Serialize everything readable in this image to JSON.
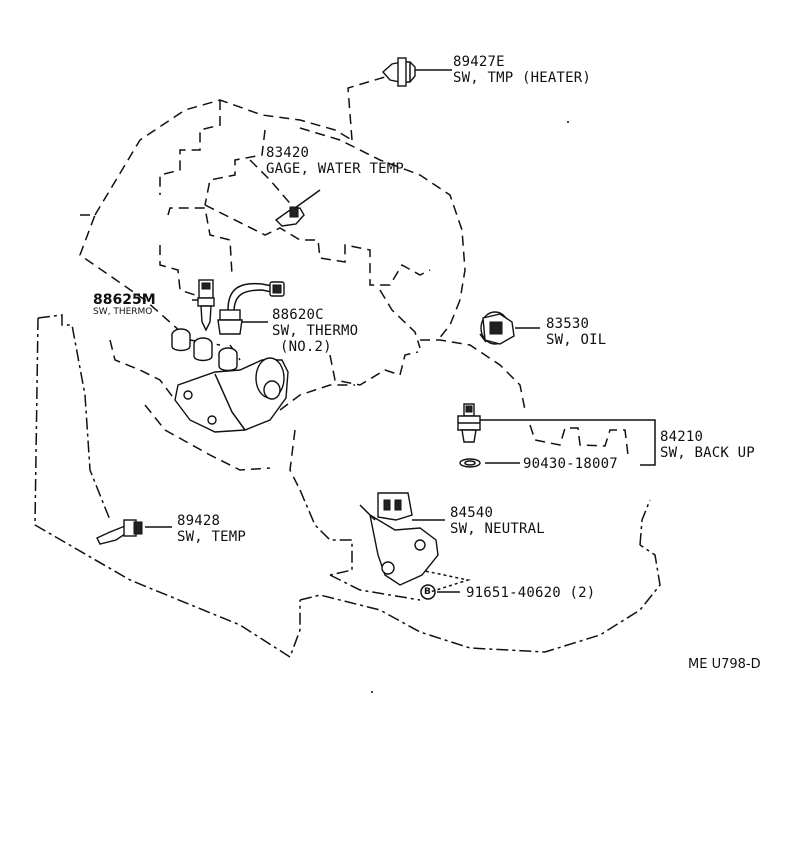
{
  "parts": [
    {
      "id": "p1",
      "number": "89427E",
      "name": "SW, TMP (HEATER)"
    },
    {
      "id": "p2",
      "number": "83420",
      "name": "GAGE, WATER TEMP"
    },
    {
      "id": "p3",
      "number": "88625M",
      "name": "SW, THERMO"
    },
    {
      "id": "p4",
      "number": "88620C",
      "name": "SW, THERMO",
      "sub": "(NO.2)"
    },
    {
      "id": "p5",
      "number": "83530",
      "name": "SW, OIL"
    },
    {
      "id": "p6",
      "number": "84210",
      "name": "SW, BACK UP"
    },
    {
      "id": "p7",
      "number": "90430-18007"
    },
    {
      "id": "p8",
      "number": "84540",
      "name": "SW, NEUTRAL"
    },
    {
      "id": "p9",
      "number": "91651-40620 (2)",
      "badge": "B"
    },
    {
      "id": "p10",
      "number": "89428",
      "name": "SW, TEMP"
    }
  ],
  "reference": "ME U798-D"
}
